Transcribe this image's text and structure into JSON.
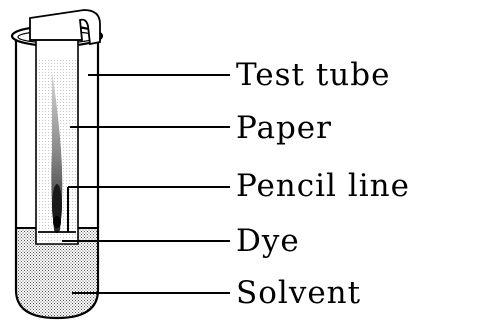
{
  "labels": {
    "test_tube": "Test tube",
    "paper": "Paper",
    "pencil_line": "Pencil line",
    "dye": "Dye",
    "solvent": "Solvent"
  },
  "colors": {
    "ink": "#000000",
    "background": "#ffffff",
    "stipple": "#555555"
  }
}
